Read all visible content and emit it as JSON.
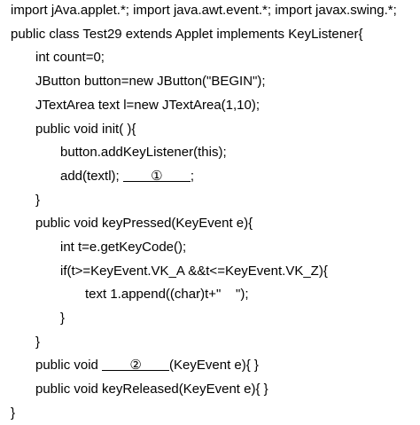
{
  "code_lines": {
    "l1": "import jAva.applet.*; import java.awt.event.*; import javax.swing.*;",
    "l2": "public class Test29 extends Applet implements KeyListener{",
    "l3": "int count=0;",
    "l4": "JButton button=new JButton(\"BEGIN\");",
    "l5": "JTextArea text l=new JTextArea(1,10);",
    "l6": "public void init( ){",
    "l7": "button.addKeyListener(this);",
    "l8_pre": "add(textl); ",
    "l8_post": ";",
    "l9": "}",
    "l10": "public void keyPressed(KeyEvent e){",
    "l11": "int t=e.getKeyCode();",
    "l12": "if(t>=KeyEvent.VK_A &&t<=KeyEvent.VK_Z){",
    "l13": "text 1.append((char)t+\"    \");",
    "l14": "}",
    "l15": "}",
    "l16_pre": "public void ",
    "l16_post": "(KeyEvent e){ }",
    "l17": "public void keyReleased(KeyEvent e){ }",
    "l18": "}"
  },
  "blanks": {
    "b1": "①",
    "b2": "②"
  }
}
